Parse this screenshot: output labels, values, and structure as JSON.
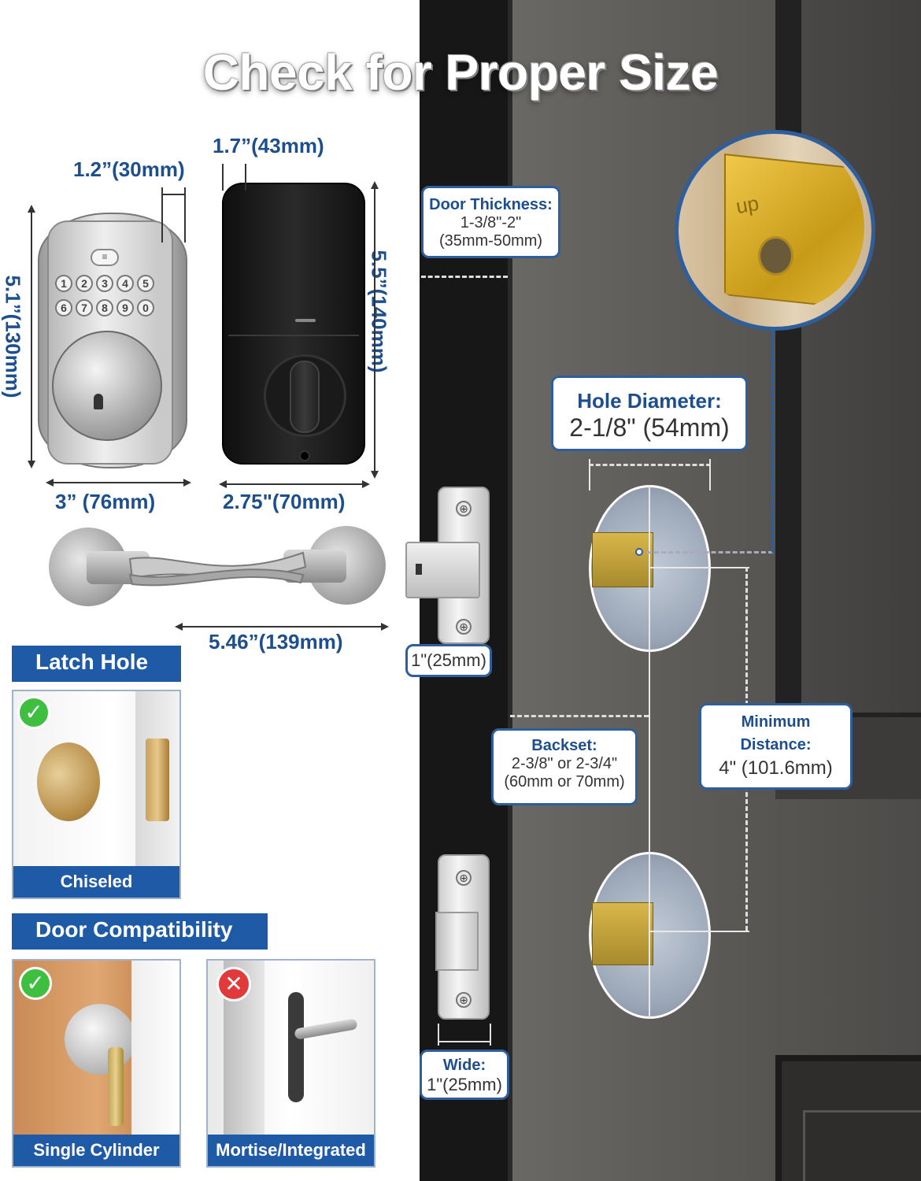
{
  "title": "Check for Proper Size",
  "dimensions": {
    "keypad_depth": "1.2”(30mm)",
    "interior_depth": "1.7”(43mm)",
    "keypad_height": "5.1”(130mm)",
    "interior_height": "5.5”(140mm)",
    "keypad_width": "3” (76mm)",
    "interior_width": "2.75\"(70mm)",
    "lever_length": "5.46”(139mm)",
    "latch_face": "1\"(25mm)"
  },
  "keypad": {
    "menu_symbol": "≡",
    "keys_row1": [
      "1",
      "2",
      "3",
      "4",
      "5"
    ],
    "keys_row2": [
      "6",
      "7",
      "8",
      "9",
      "0"
    ]
  },
  "callouts": {
    "door_thickness": {
      "head": "Door Thickness:",
      "line1": "1-3/8\"-2\"",
      "line2": "(35mm-50mm)"
    },
    "hole_diameter": {
      "head": "Hole Diameter:",
      "line1": "2-1/8\" (54mm)"
    },
    "backset": {
      "head": "Backset:",
      "line1": "2-3/8\" or 2-3/4\"",
      "line2": "(60mm or 70mm)"
    },
    "minimum_distance": {
      "head1": "Minimum",
      "head2": "Distance:",
      "line1": "4\" (101.6mm)"
    },
    "wide": {
      "head": "Wide:",
      "line1": "1\"(25mm)"
    }
  },
  "zoom": {
    "text": "up"
  },
  "latch_hole": {
    "tab": "Latch Hole",
    "label": "Chiseled"
  },
  "door_compat": {
    "tab": "Door Compatibility",
    "single": "Single Cylinder",
    "mortise": "Mortise/Integrated"
  },
  "icons": {
    "check": "✓",
    "cross": "✕",
    "screw": "⊕"
  },
  "colors": {
    "accent": "#1f5aa6",
    "text": "#1d4f8f",
    "ok": "#3fbf3f",
    "bad": "#e23a3a"
  }
}
